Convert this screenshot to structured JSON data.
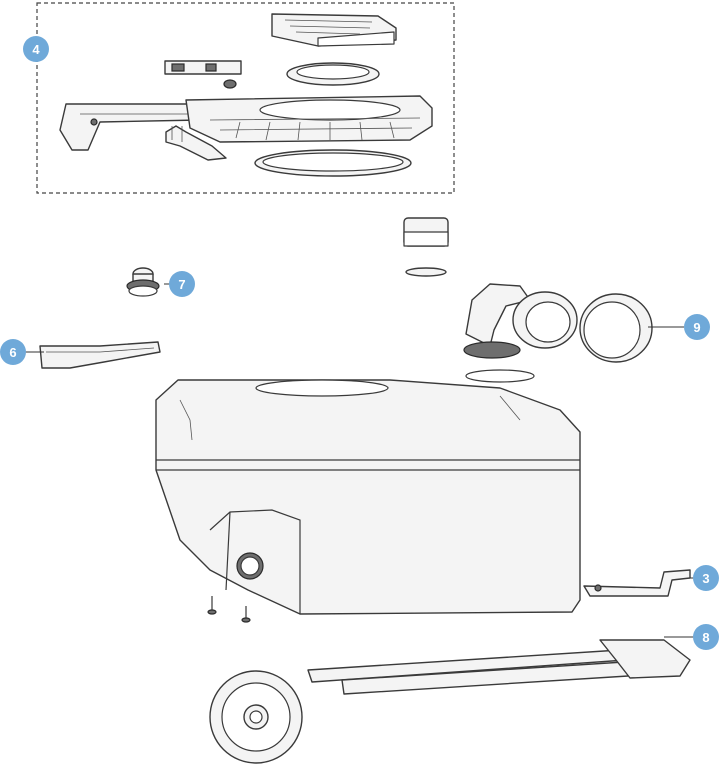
{
  "callouts": [
    {
      "id": "4",
      "label": "4"
    },
    {
      "id": "7",
      "label": "7"
    },
    {
      "id": "6",
      "label": "6"
    },
    {
      "id": "9",
      "label": "9"
    },
    {
      "id": "3",
      "label": "3"
    },
    {
      "id": "8",
      "label": "8"
    }
  ],
  "colors": {
    "callout": "#6fa9d9",
    "outline": "#3a3a3a",
    "fill": "#f4f4f4"
  }
}
